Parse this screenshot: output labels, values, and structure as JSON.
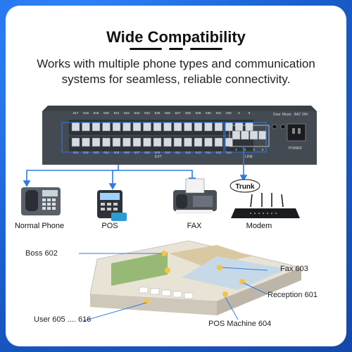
{
  "header": {
    "title": "Wide Compatibility",
    "subtitle": "Works with multiple phone types and communication systems for seamless, reliable connectivity."
  },
  "pbx": {
    "top_ports": [
      "617",
      "618",
      "619",
      "620",
      "621",
      "622",
      "623",
      "624",
      "625",
      "626",
      "627",
      "628",
      "629",
      "630",
      "631",
      "632",
      "5",
      "6"
    ],
    "bottom_ports": [
      "601",
      "602",
      "603",
      "604",
      "605",
      "606",
      "607",
      "608",
      "609",
      "610",
      "611",
      "612",
      "613",
      "614",
      "615",
      "616"
    ],
    "ext_label": "EXT",
    "line_ports": [
      "1",
      "2",
      "3",
      "4"
    ],
    "line_label": "LINE",
    "jack_labels": [
      "Door",
      "Music"
    ],
    "power_spec": "BA7 24V",
    "power_label": "POWER"
  },
  "devices": {
    "phone_label": "Normal Phone",
    "pos_label": "POS",
    "fax_label": "FAX",
    "modem_label": "Modem",
    "trunk_label": "Trunk"
  },
  "callouts": {
    "boss": "Boss 602",
    "fax": "Fax 603",
    "reception": "Reception 601",
    "user": "User 605 .... 616",
    "pos_machine": "POS Machine 604"
  },
  "colors": {
    "border_blue": "#1f6fd6",
    "connector_blue": "#2c7be5",
    "device_dark": "#3a4250"
  }
}
